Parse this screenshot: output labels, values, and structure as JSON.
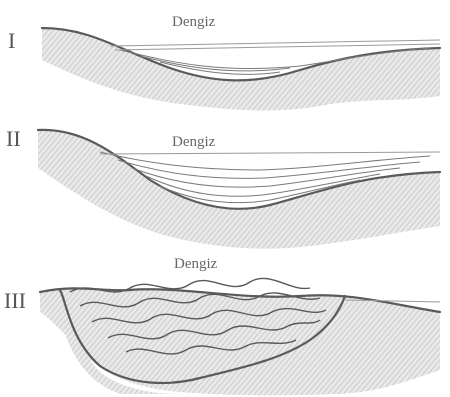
{
  "stages": [
    {
      "numeral": "I",
      "sea_label": "Dengiz"
    },
    {
      "numeral": "II",
      "sea_label": "Dengiz"
    },
    {
      "numeral": "III",
      "sea_label": "Dengiz"
    }
  ],
  "colors": {
    "background": "#ffffff",
    "ink": "#5a5a5a",
    "hatch": "#b8b8b8"
  }
}
